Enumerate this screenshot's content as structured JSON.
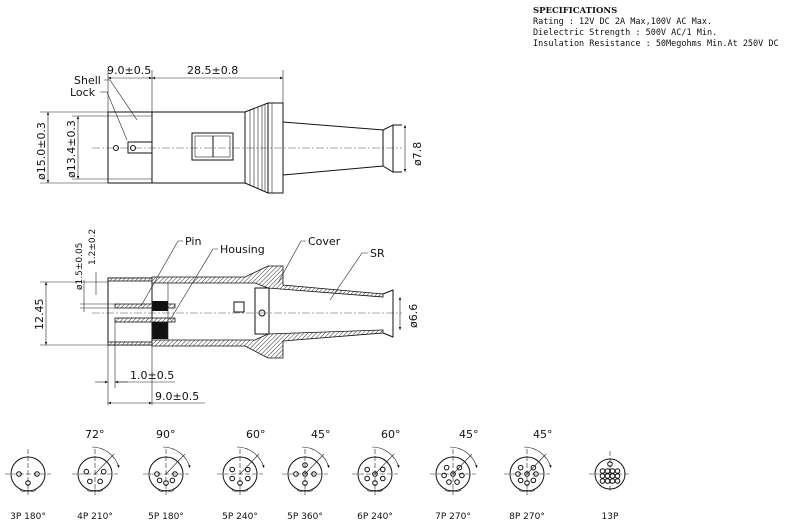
{
  "specifications": {
    "title": "SPECIFICATIONS",
    "lines": [
      "Rating : 12V DC 2A Max,100V AC Max.",
      "Dielectric Strength : 500V AC/1 Min.",
      "Insulation Resistance : 50Megohms Min.At 250V DC"
    ]
  },
  "side_view": {
    "dim_shell_length": "9.0±0.5",
    "dim_body_length": "28.5±0.8",
    "label_shell": "Shell",
    "label_lock": "Lock",
    "dim_outer_dia": "ø15.0±0.3",
    "dim_inner_dia": "ø13.4±0.3",
    "dim_cable_dia": "ø7.8"
  },
  "section_view": {
    "label_pin": "Pin",
    "label_housing": "Housing",
    "label_cover": "Cover",
    "label_sr": "SR",
    "dim_pin_dia": "ø1.5±0.05",
    "dim_pin_offset": "1.2±0.2",
    "dim_height": "12.45",
    "dim_cable_dia": "ø6.6",
    "dim_pin_recess": "1.0±0.5",
    "dim_shell_length": "9.0±0.5"
  },
  "connectors": [
    {
      "label": "3P 180°",
      "pins": 3,
      "angle": ""
    },
    {
      "label": "4P 210°",
      "pins": 4,
      "angle": "72°"
    },
    {
      "label": "5P 180°",
      "pins": 5,
      "angle": "90°"
    },
    {
      "label": "5P 240°",
      "pins": 5,
      "angle": "60°"
    },
    {
      "label": "5P 360°",
      "pins": 5,
      "angle": "45°"
    },
    {
      "label": "6P 240°",
      "pins": 6,
      "angle": "60°"
    },
    {
      "label": "7P 270°",
      "pins": 7,
      "angle": "45°"
    },
    {
      "label": "8P 270°",
      "pins": 8,
      "angle": "45°"
    },
    {
      "label": "13P",
      "pins": 13,
      "angle": ""
    }
  ]
}
